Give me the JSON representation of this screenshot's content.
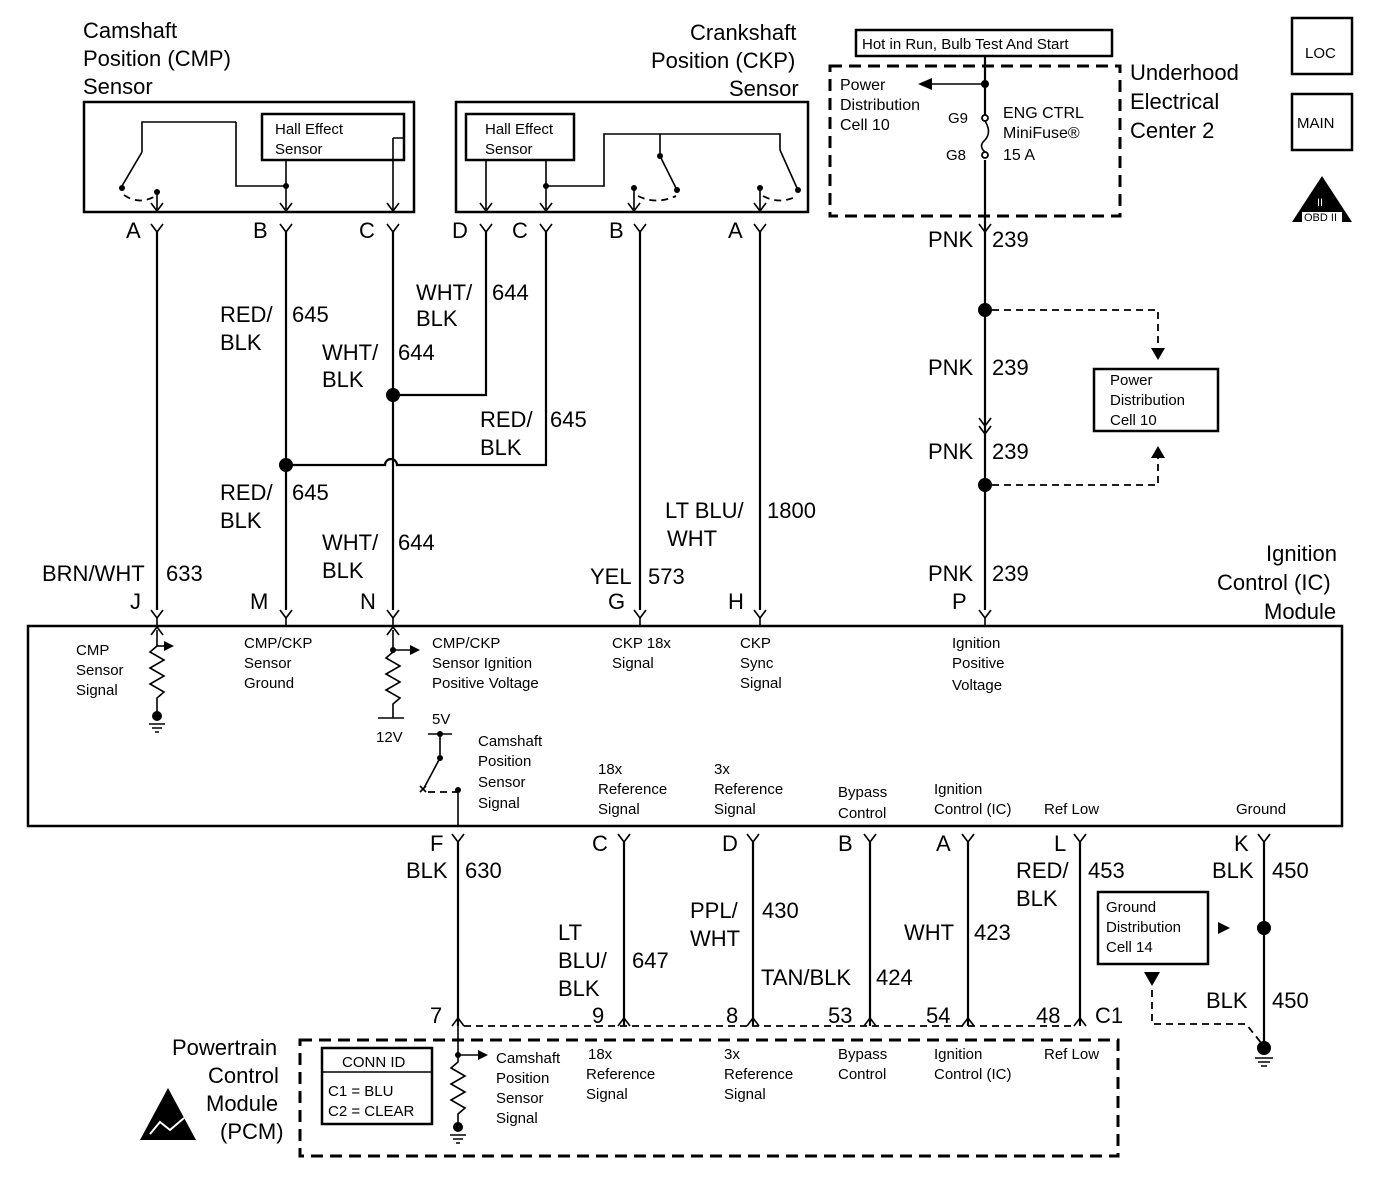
{
  "sensors": {
    "cmp": {
      "title_lines": [
        "Camshaft",
        "Position (CMP)",
        "Sensor"
      ],
      "hall_lines": [
        "Hall Effect",
        "Sensor"
      ],
      "pins": [
        "A",
        "B",
        "C"
      ]
    },
    "ckp": {
      "title_lines": [
        "Crankshaft",
        "Position (CKP)",
        "Sensor"
      ],
      "hall_lines": [
        "Hall Effect",
        "Sensor"
      ],
      "pins": [
        "D",
        "C",
        "B",
        "A"
      ]
    }
  },
  "fuse_block": {
    "header": "Hot in Run, Bulb Test And Start",
    "power_lines": [
      "Power",
      "Distribution",
      "Cell 10"
    ],
    "g9": "G9",
    "g8": "G8",
    "fuse_lines": [
      "ENG CTRL",
      "MiniFuse®",
      "15 A"
    ],
    "center_lines": [
      "Underhood",
      "Electrical",
      "Center 2"
    ]
  },
  "icons": {
    "loc": "LOC",
    "main": "MAIN",
    "obd_top": "II",
    "obd_bottom": "OBD II"
  },
  "wires": {
    "pnk_color": "PNK",
    "pnk_circuit": "239",
    "red_blk_top": "RED/",
    "red_blk_bottom": "BLK",
    "red_blk_circuit": "645",
    "wht_blk_top": "WHT/",
    "wht_blk_bottom": "BLK",
    "wht_blk_circuit": "644",
    "brn_wht": "BRN/WHT",
    "brn_wht_circuit": "633",
    "yel": "YEL",
    "yel_circuit": "573",
    "lt_blu_wht_top": "LT BLU/",
    "lt_blu_wht_bottom": "WHT",
    "lt_blu_wht_circuit": "1800",
    "blk": "BLK",
    "blk_630_circuit": "630",
    "lt_blu_blk_lines": [
      "LT",
      "BLU/",
      "BLK"
    ],
    "lt_blu_blk_circuit": "647",
    "ppl_wht_top": "PPL/",
    "ppl_wht_bottom": "WHT",
    "ppl_wht_circuit": "430",
    "tan_blk": "TAN/BLK",
    "tan_blk_circuit": "424",
    "wht": "WHT",
    "wht_circuit": "423",
    "red_blk_453_circuit": "453",
    "blk_450_circuit": "450"
  },
  "power_dist_cell": {
    "lines": [
      "Power",
      "Distribution",
      "Cell 10"
    ]
  },
  "ground_dist_cell": {
    "lines": [
      "Ground",
      "Distribution",
      "Cell 14"
    ]
  },
  "ic_module": {
    "title_lines": [
      "Ignition",
      "Control (IC)",
      "Module"
    ],
    "top_pins": [
      "J",
      "M",
      "N",
      "G",
      "H",
      "P"
    ],
    "cmp_signal_lines": [
      "CMP",
      "Sensor",
      "Signal"
    ],
    "ground_lines": [
      "CMP/CKP",
      "Sensor",
      "Ground"
    ],
    "voltage_lines": [
      "CMP/CKP",
      "Sensor Ignition",
      "Positive Voltage"
    ],
    "ckp18_lines": [
      "CKP 18x",
      "Signal"
    ],
    "sync_lines": [
      "CKP",
      "Sync",
      "Signal"
    ],
    "ign_pos_lines": [
      "Ignition",
      "Positive",
      "Voltage"
    ],
    "v5": "5V",
    "v12": "12V",
    "cam_signal_lines": [
      "Camshaft",
      "Position",
      "Sensor",
      "Signal"
    ],
    "ref18_lines": [
      "18x",
      "Reference",
      "Signal"
    ],
    "ref3_lines": [
      "3x",
      "Reference",
      "Signal"
    ],
    "bypass_lines": [
      "Bypass",
      "Control"
    ],
    "ic_lines": [
      "Ignition",
      "Control (IC)"
    ],
    "ref_low": "Ref Low",
    "ground": "Ground",
    "bottom_pins": [
      "F",
      "C",
      "D",
      "B",
      "A",
      "L",
      "K"
    ]
  },
  "pcm": {
    "title_lines": [
      "Powertrain",
      "Control",
      "Module",
      "(PCM)"
    ],
    "conn_id": "CONN ID",
    "c1": "C1 = BLU",
    "c2": "C2 = CLEAR",
    "pins": [
      "7",
      "9",
      "8",
      "53",
      "54",
      "48"
    ],
    "connector": "C1",
    "cam_signal_lines": [
      "Camshaft",
      "Position",
      "Sensor",
      "Signal"
    ],
    "ref18_lines": [
      "18x",
      "Reference",
      "Signal"
    ],
    "ref3_lines": [
      "3x",
      "Reference",
      "Signal"
    ],
    "bypass_lines": [
      "Bypass",
      "Control"
    ],
    "ic_lines": [
      "Ignition",
      "Control (IC)"
    ],
    "ref_low": "Ref Low"
  }
}
